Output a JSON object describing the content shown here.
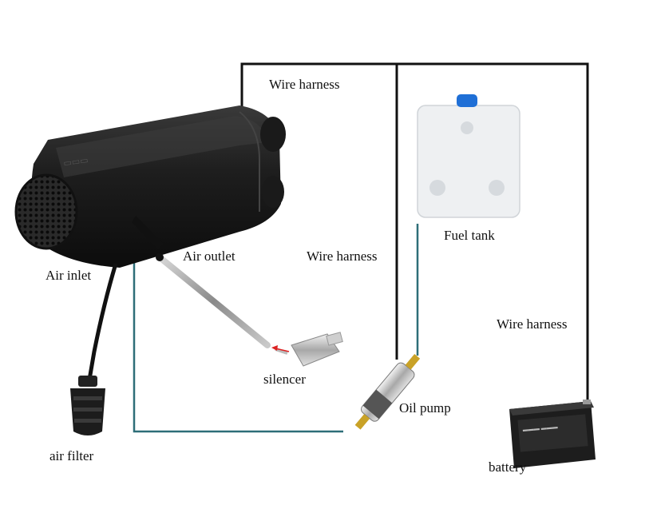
{
  "labels": {
    "wire_harness_top": "Wire harness",
    "wire_harness_mid": "Wire harness",
    "wire_harness_right": "Wire harness",
    "fuel_tank": "Fuel tank",
    "air_outlet": "Air outlet",
    "air_inlet": "Air inlet",
    "silencer": "silencer",
    "oil_pump": "Oil pump",
    "air_filter": "air filter",
    "battery": "battery"
  },
  "colors": {
    "wire": "#111111",
    "fuel_line": "#2e6e78",
    "heater_body": "#1c1c1c",
    "tank": "#eef0f2",
    "tank_cap": "#1f6fd6",
    "battery": "#222222"
  }
}
